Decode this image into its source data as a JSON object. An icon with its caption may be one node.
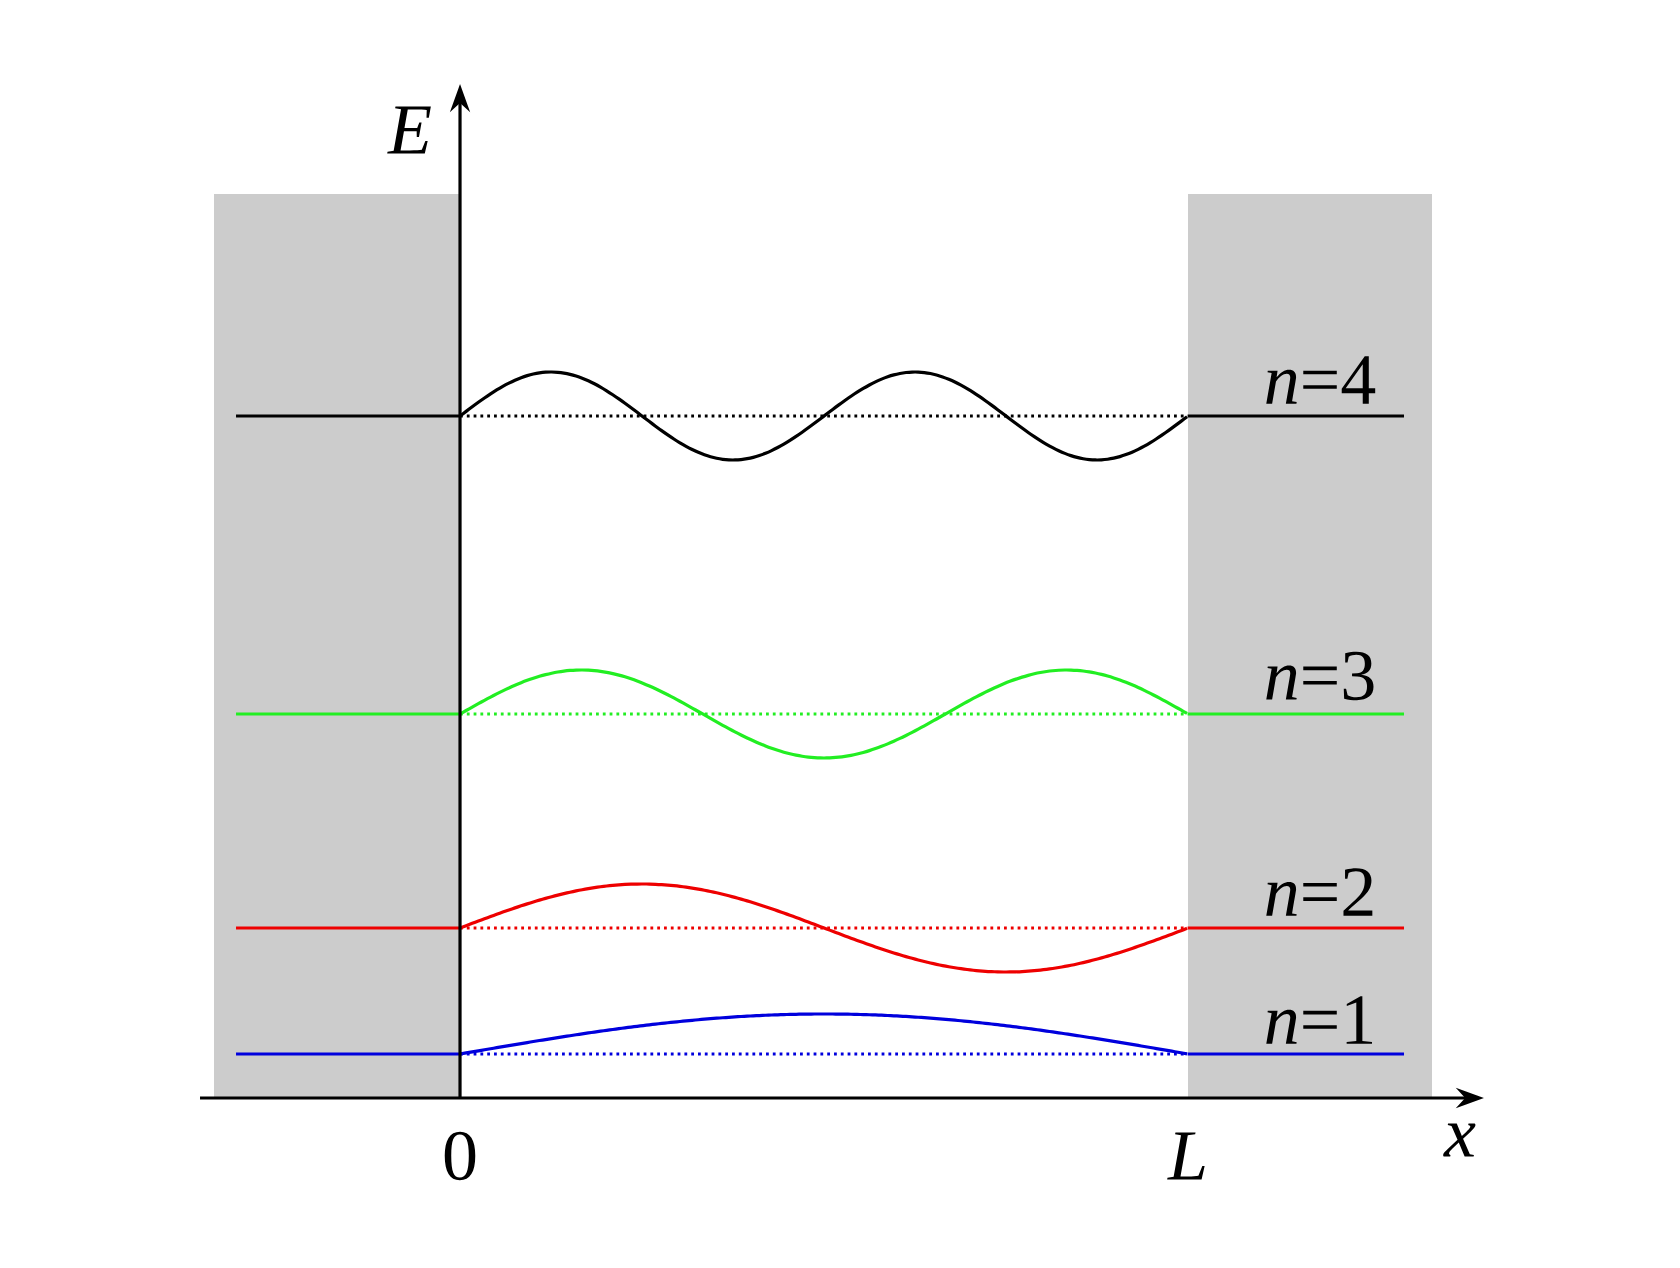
{
  "diagram": {
    "labels": [
      "*E*",
      "*n*=4",
      "*n*=3",
      "*n*=2",
      "*n*=1",
      "0",
      "*L*",
      "*x*"
    ]
  }
}
